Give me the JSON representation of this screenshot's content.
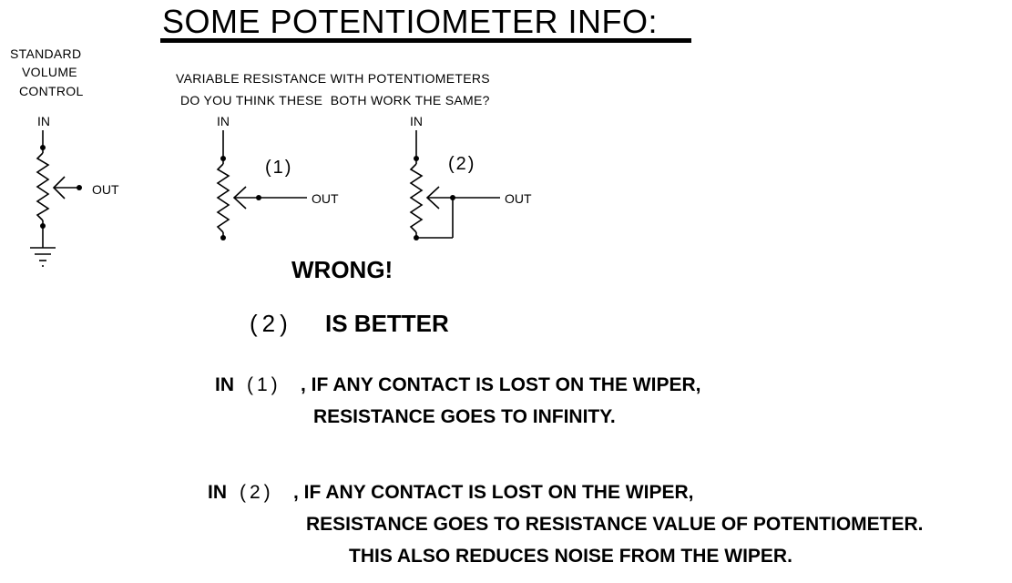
{
  "title": "SOME POTENTIOMETER INFO:",
  "standard": {
    "line1": "STANDARD",
    "line2": "VOLUME",
    "line3": "CONTROL",
    "in_label": "IN",
    "out_label": "OUT"
  },
  "variable": {
    "heading1": "VARIABLE RESISTANCE WITH POTENTIOMETERS",
    "heading2": "DO YOU THINK THESE  BOTH WORK THE SAME?",
    "circuit1": {
      "in_label": "IN",
      "out_label": "OUT",
      "number": "(1)"
    },
    "circuit2": {
      "in_label": "IN",
      "out_label": "OUT",
      "number": "(2)"
    }
  },
  "verdict": {
    "wrong": "WRONG!",
    "better_num": "(2)",
    "better_text": "IS BETTER"
  },
  "notes": {
    "n1_prefix": "IN",
    "n1_num": "(1)",
    "n1_line1": ", IF ANY CONTACT IS LOST ON THE WIPER,",
    "n1_line2": "RESISTANCE GOES TO INFINITY.",
    "n2_prefix": "IN",
    "n2_num": "(2)",
    "n2_line1": ", IF ANY CONTACT IS LOST ON THE WIPER,",
    "n2_line2": "RESISTANCE GOES TO RESISTANCE VALUE OF POTENTIOMETER.",
    "n2_line3": "THIS ALSO REDUCES NOISE FROM THE WIPER."
  }
}
